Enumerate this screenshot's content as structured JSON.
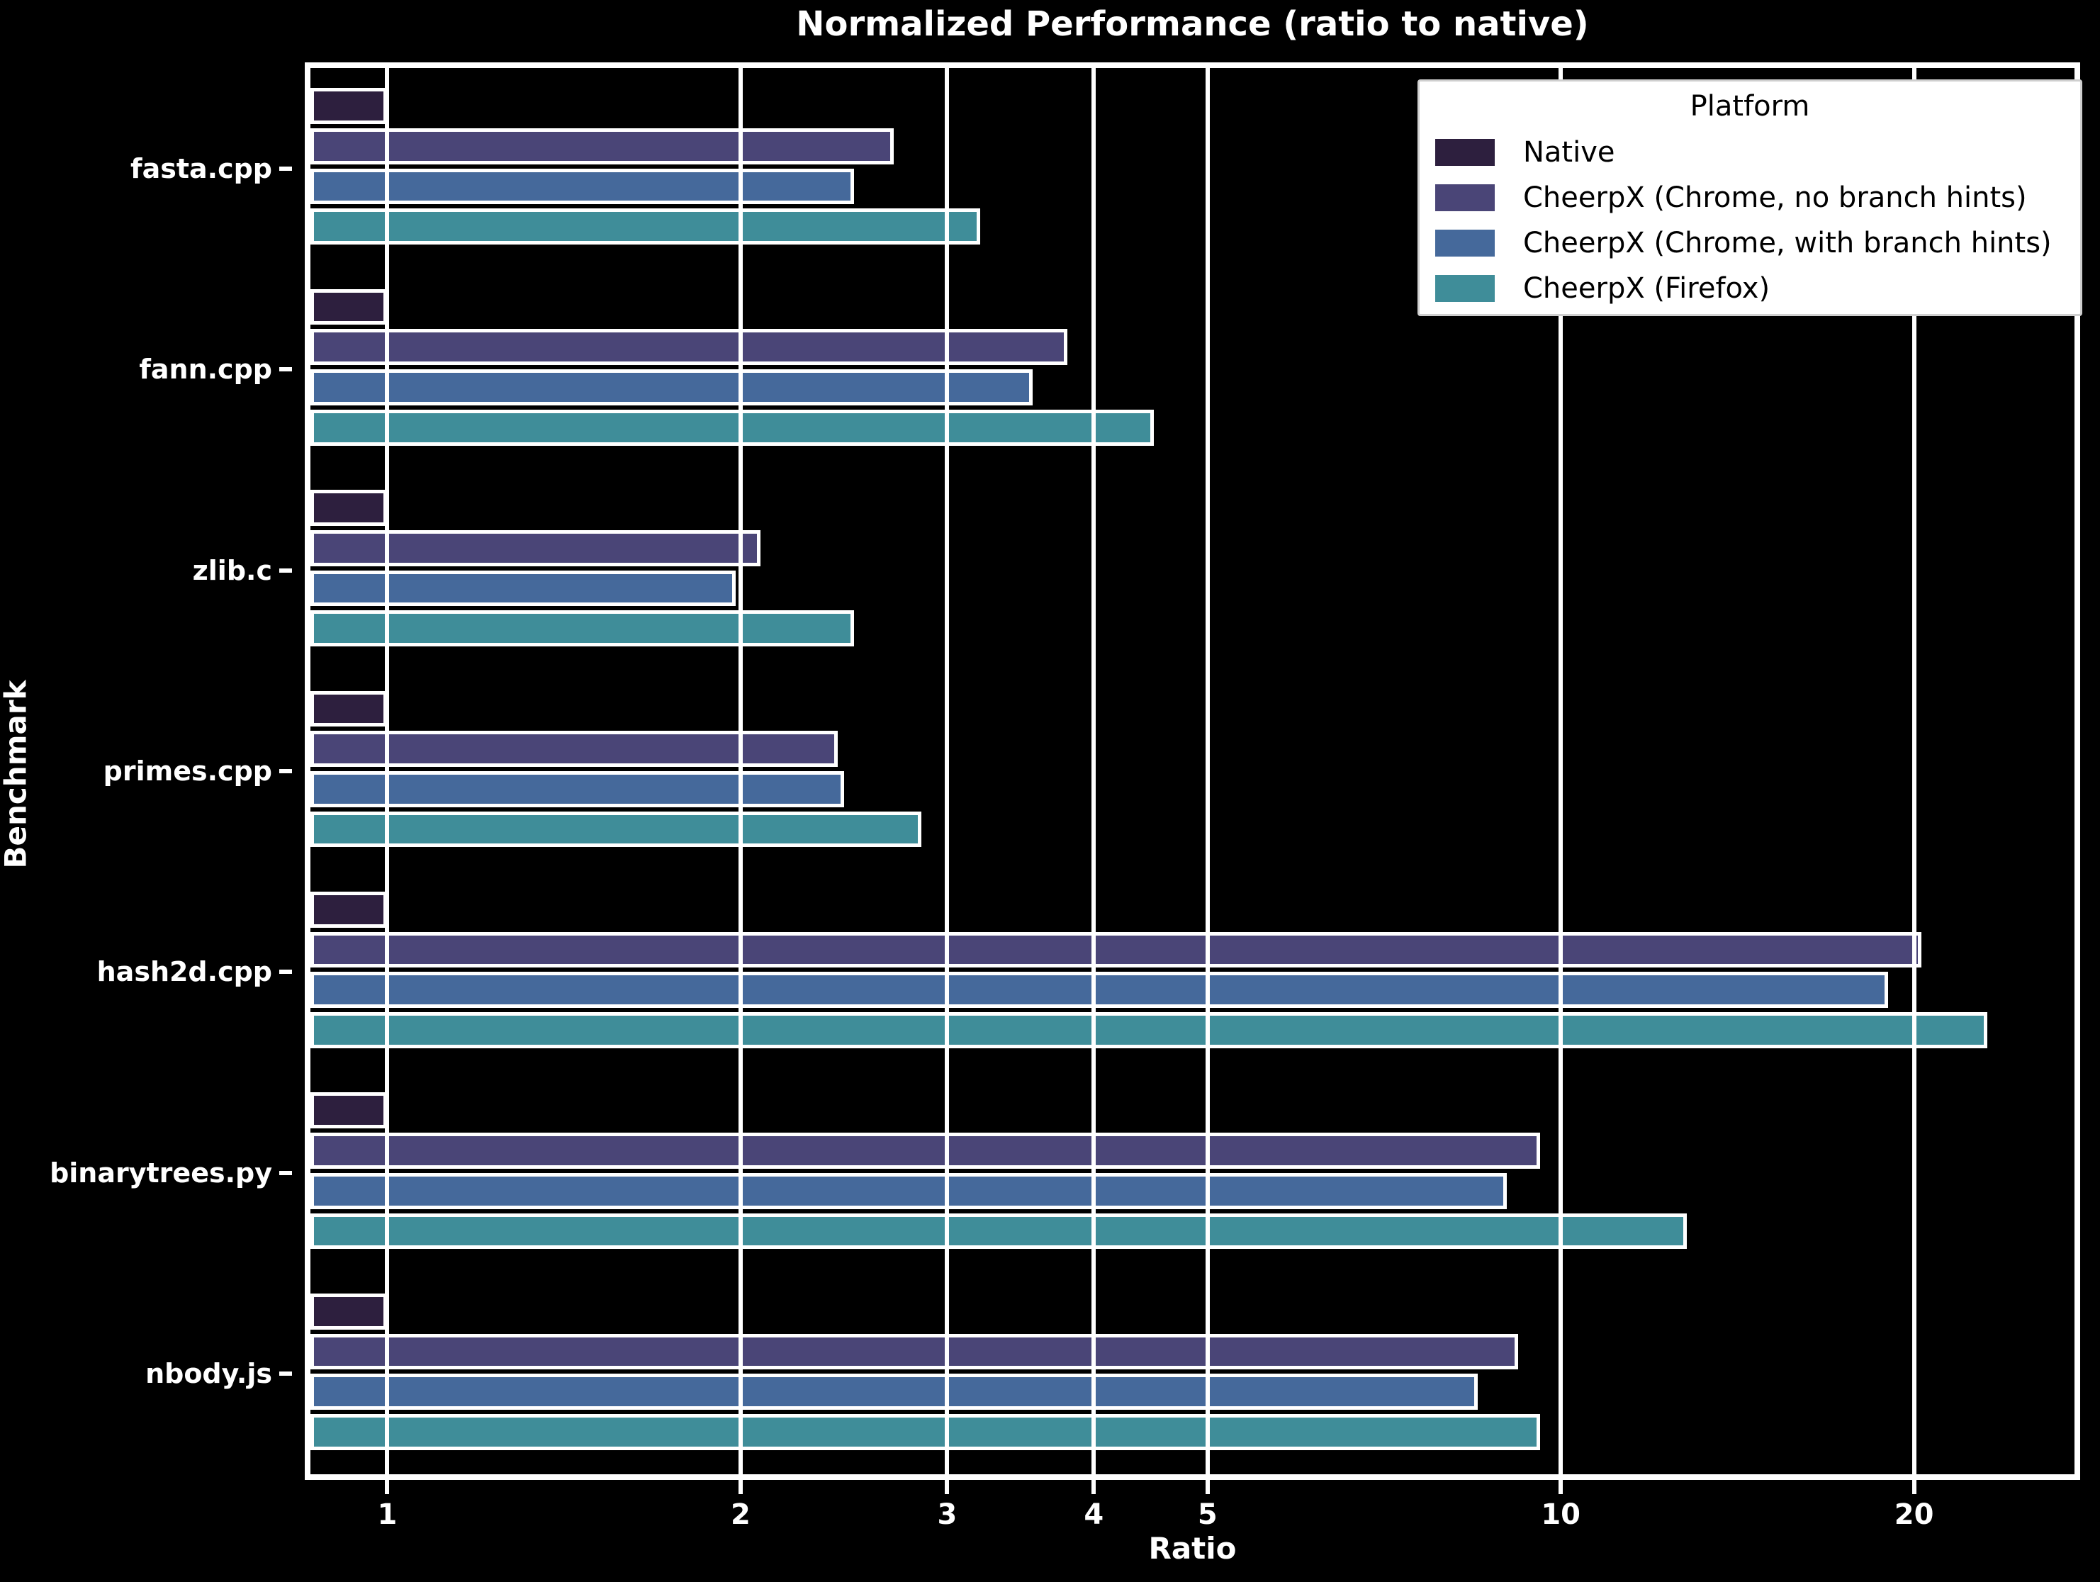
{
  "title": "Normalized Performance (ratio to native)",
  "axes": {
    "xlabel": "Ratio",
    "ylabel": "Benchmark"
  },
  "legend": {
    "title": "Platform",
    "entries": [
      {
        "label": "Native",
        "color": "#2d1f3e"
      },
      {
        "label": "CheerpX (Chrome, no branch hints)",
        "color": "#4a4577"
      },
      {
        "label": "CheerpX (Chrome, with branch hints)",
        "color": "#45699b"
      },
      {
        "label": "CheerpX (Firefox)",
        "color": "#3f8d99"
      }
    ]
  },
  "chart_data": {
    "type": "bar",
    "orientation": "horizontal",
    "x_scale": "log",
    "xlim": [
      0.86,
      27.4
    ],
    "x_ticks": [
      1,
      2,
      3,
      4,
      5,
      10,
      20
    ],
    "grid": true,
    "legend_position": "upper right",
    "background_color": "#000000",
    "text_color": "#ffffff",
    "title": "Normalized Performance (ratio to native)",
    "xlabel": "Ratio",
    "ylabel": "Benchmark",
    "categories": [
      "fasta.cpp",
      "fann.cpp",
      "zlib.c",
      "primes.cpp",
      "hash2d.cpp",
      "binarytrees.py",
      "nbody.js"
    ],
    "series": [
      {
        "name": "Native",
        "color": "#2d1f3e",
        "values": [
          1.0,
          1.0,
          1.0,
          1.0,
          1.0,
          1.0,
          1.0
        ]
      },
      {
        "name": "CheerpX (Chrome, no branch hints)",
        "color": "#4a4577",
        "values": [
          2.7,
          3.8,
          2.08,
          2.42,
          20.3,
          9.6,
          9.2
        ]
      },
      {
        "name": "CheerpX (Chrome, with branch hints)",
        "color": "#45699b",
        "values": [
          2.5,
          3.55,
          1.98,
          2.45,
          19.0,
          9.0,
          8.5
        ]
      },
      {
        "name": "CheerpX (Firefox)",
        "color": "#3f8d99",
        "values": [
          3.2,
          4.5,
          2.5,
          2.85,
          23.1,
          12.8,
          9.6
        ]
      }
    ]
  }
}
